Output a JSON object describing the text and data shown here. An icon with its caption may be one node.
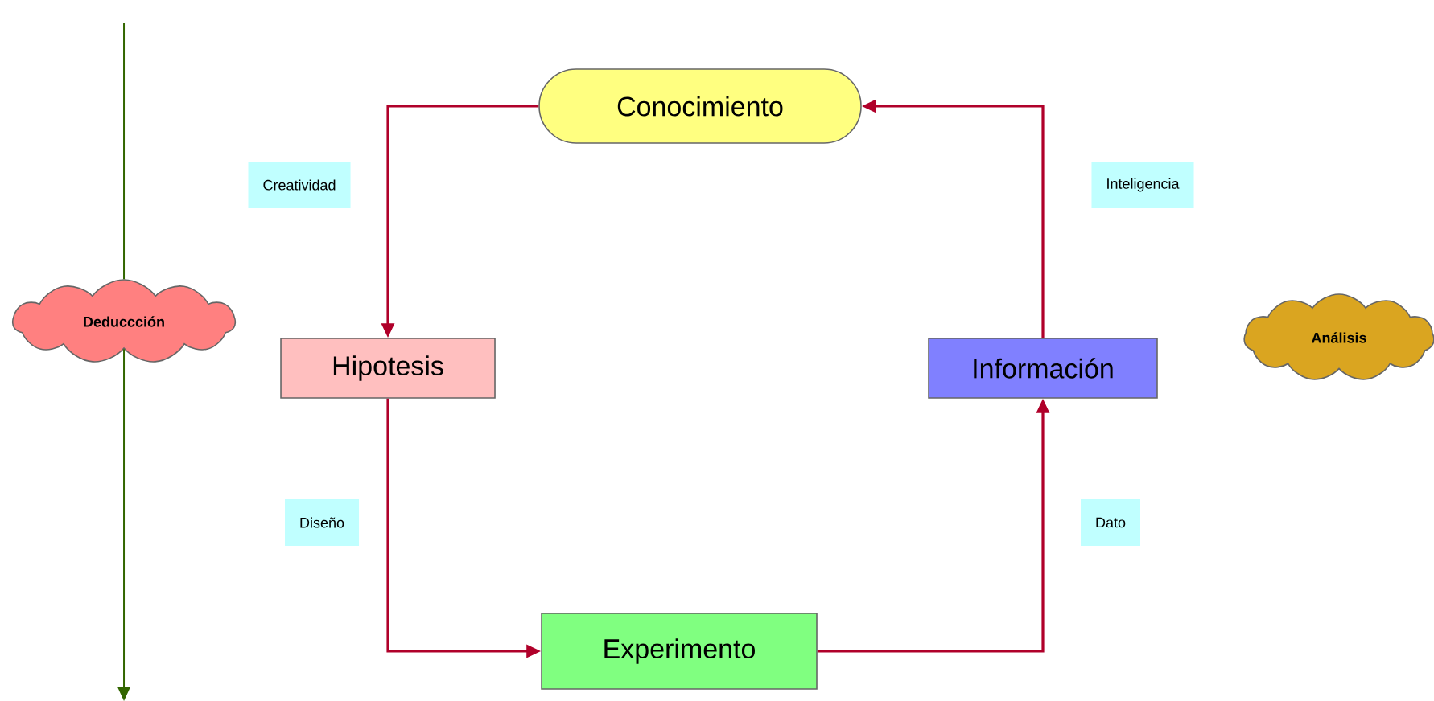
{
  "diagram": {
    "nodes": [
      {
        "text": [
          "Conocimiento"
        ]
      },
      {
        "text": [
          "Hipotesis"
        ]
      },
      {
        "text": [
          "Información"
        ]
      },
      {
        "text": [
          "Experimento"
        ]
      },
      {
        "text": [
          "Deduccción"
        ]
      },
      {
        "text": [
          "Análisis"
        ]
      }
    ],
    "edges": [
      {
        "from": 0,
        "to": 1,
        "arrow": "to",
        "label": "Creatividad"
      },
      {
        "from": 1,
        "to": 3,
        "arrow": "to",
        "label": "Diseño"
      },
      {
        "from": 3,
        "to": 2,
        "arrow": "to",
        "label": "Dato"
      },
      {
        "from": 2,
        "to": 0,
        "arrow": "to",
        "label": "Inteligencia"
      },
      {
        "from": null,
        "to": 4,
        "arrow": "none",
        "color": "#336600"
      },
      {
        "from": 4,
        "to": null,
        "arrow": "to",
        "color": "#336600"
      }
    ]
  }
}
